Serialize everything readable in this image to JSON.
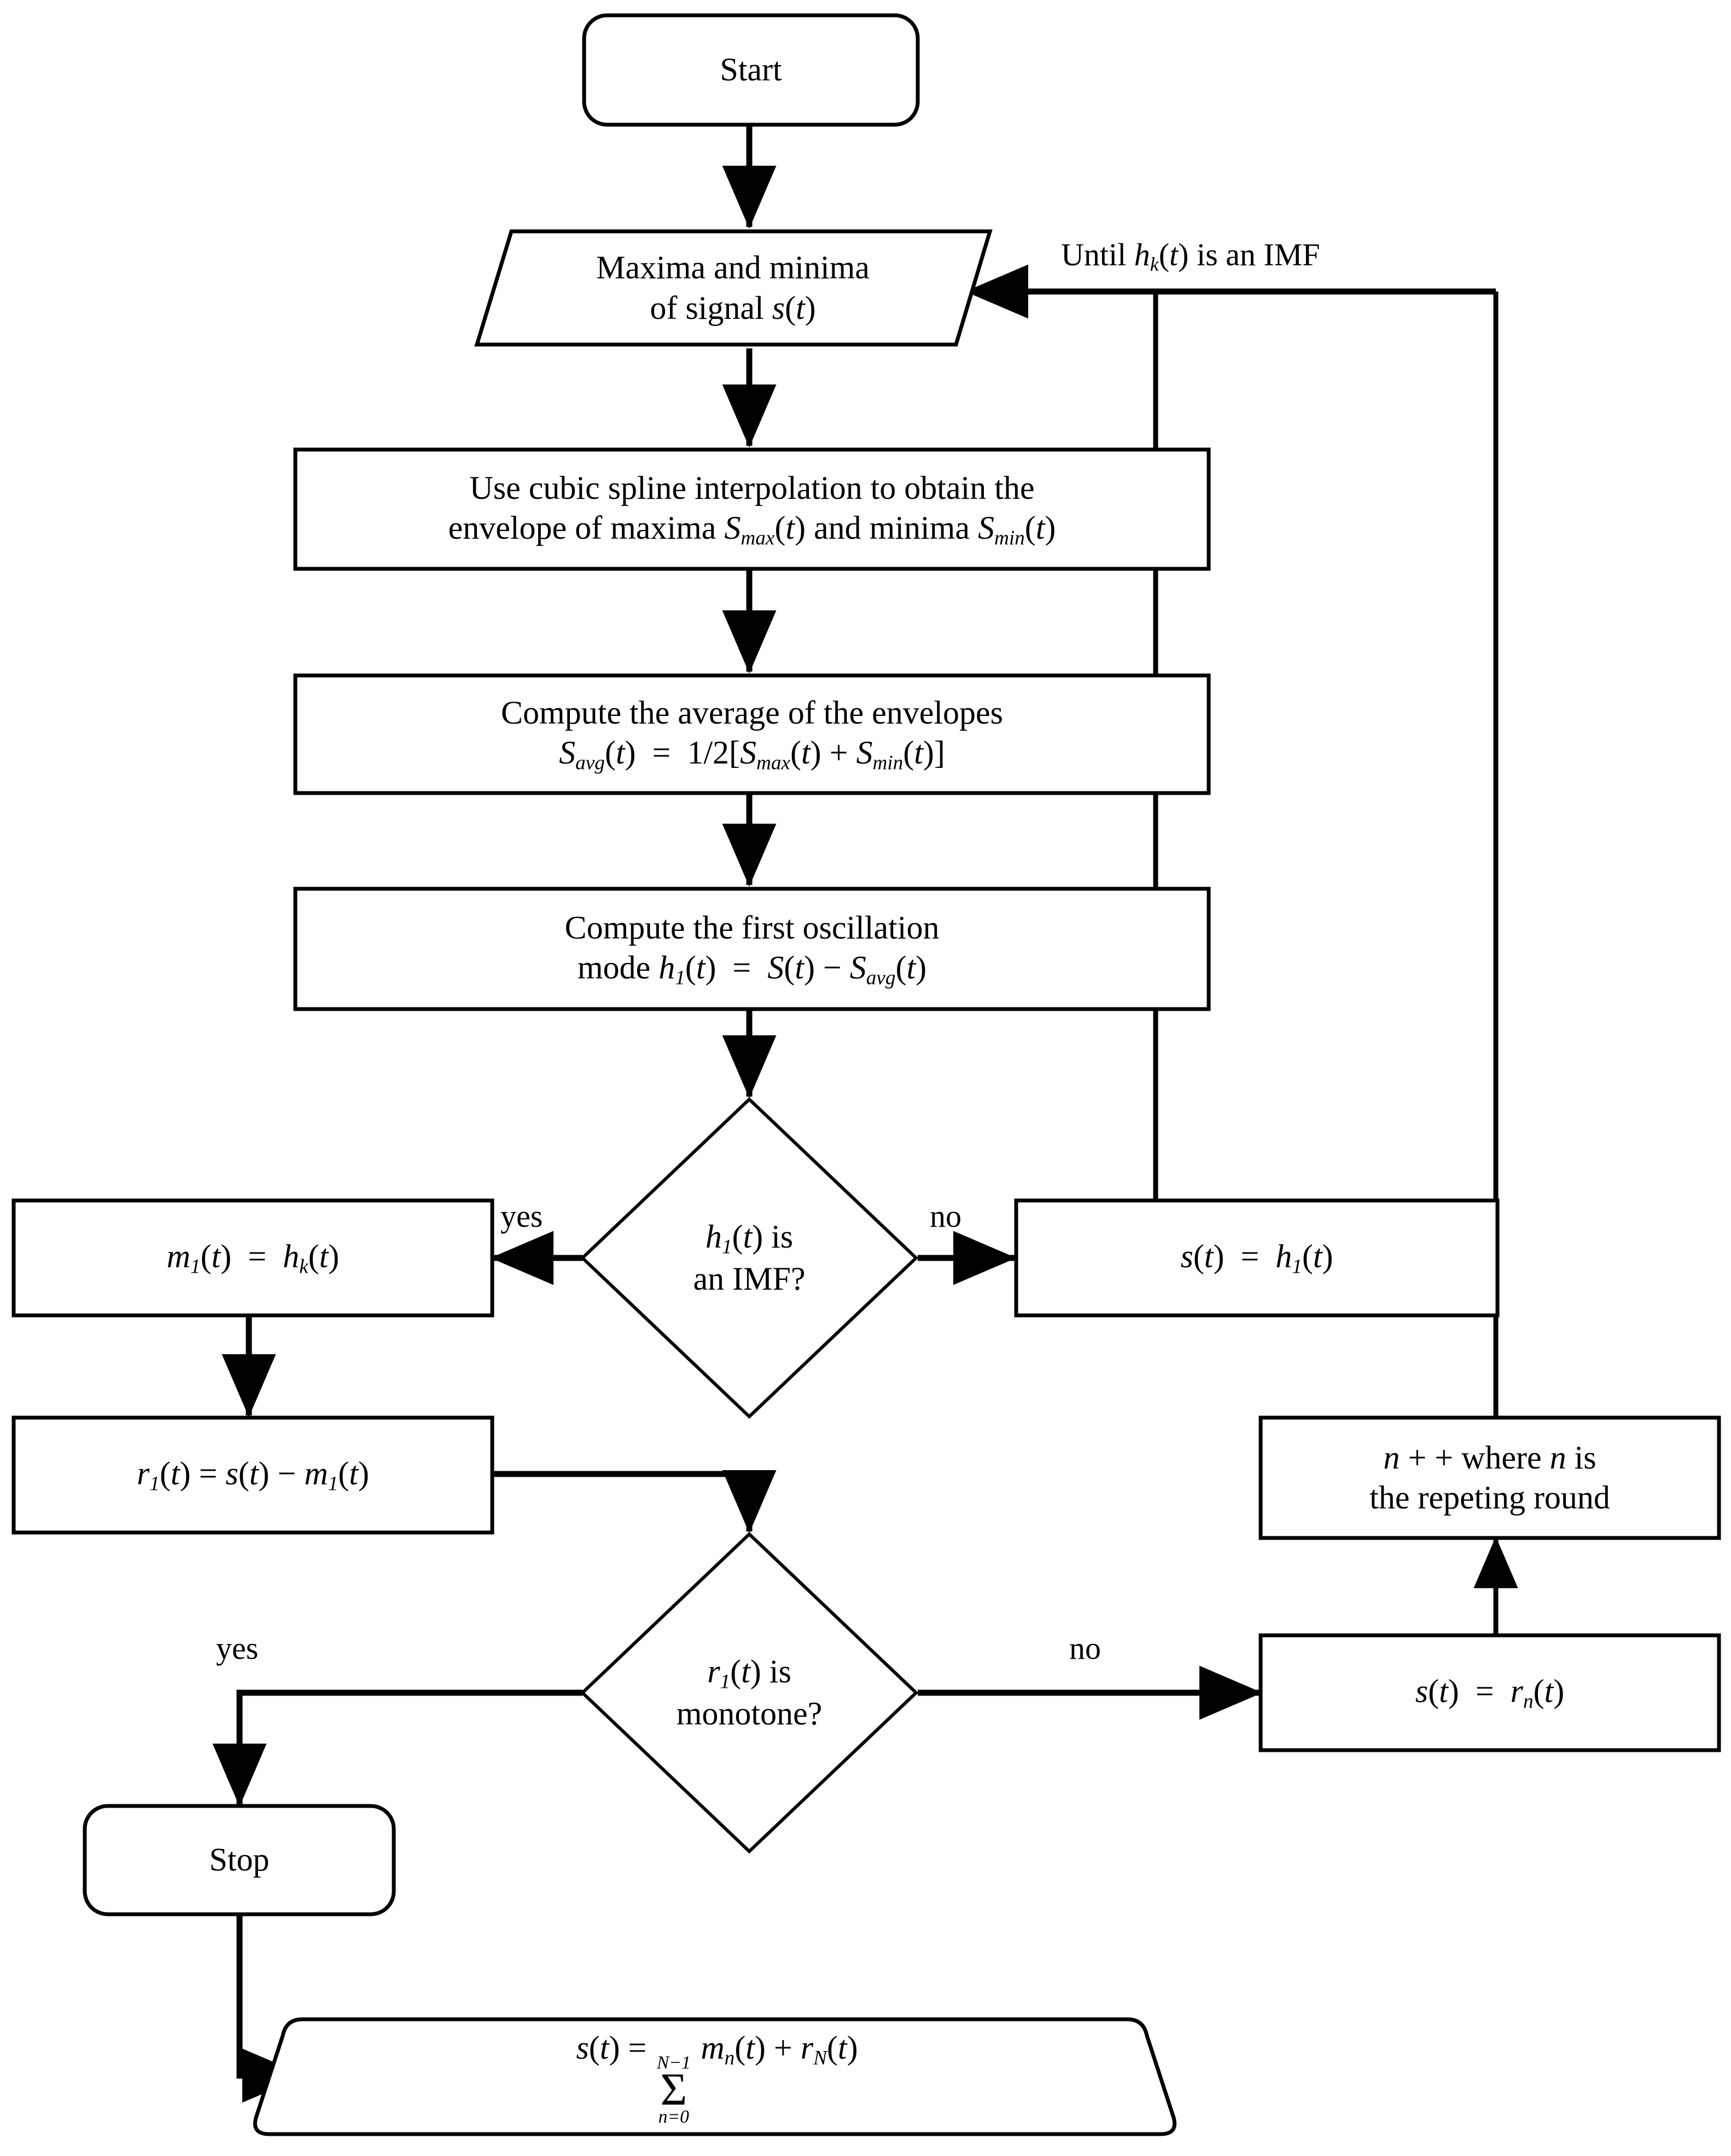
{
  "diagram": {
    "title": "Empirical Mode Decomposition (EMD) sifting flowchart",
    "background": "#ffffff",
    "stroke_color": "#000000"
  },
  "nodes": {
    "start": {
      "id": "start",
      "shape": "rounded-terminator",
      "label": "Start"
    },
    "extrema": {
      "id": "extrema",
      "shape": "parallelogram",
      "line1": "Maxima and minima",
      "line2_pre": "of signal ",
      "line2_math": "s(t)"
    },
    "spline": {
      "id": "spline",
      "shape": "process",
      "line1": "Use cubic spline interpolation to obtain the",
      "line2_a": "envelope of maxima ",
      "line2_math1": "S",
      "line2_sub1": "max",
      "line2_b": "(t) and minima ",
      "line2_math2": "S",
      "line2_sub2": "min",
      "line2_c": "(t)"
    },
    "average": {
      "id": "average",
      "shape": "process",
      "line1": "Compute the average of the envelopes",
      "line2": "S_avg(t)  =  1/2[S_max(t) + S_min(t)]"
    },
    "mode": {
      "id": "mode",
      "shape": "process",
      "line1": "Compute the first oscillation",
      "line2": "mode h_1(t)  =  S(t) - S_avg(t)"
    },
    "imf_decision": {
      "id": "imf_decision",
      "shape": "decision",
      "line1": "h_1(t) is",
      "line2": "an IMF?"
    },
    "m1": {
      "id": "m1",
      "shape": "process",
      "label": "m_1(t)  =  h_k(t)"
    },
    "s_eq_h1": {
      "id": "s_eq_h1",
      "shape": "process",
      "label": "s(t)  =  h_1(t)"
    },
    "r1": {
      "id": "r1",
      "shape": "process",
      "label": "r_1(t) = s(t) - m_1(t)"
    },
    "monotone_decision": {
      "id": "monotone_decision",
      "shape": "decision",
      "line1": "r_1(t) is",
      "line2": "monotone?"
    },
    "n_increment": {
      "id": "n_increment",
      "shape": "process",
      "line1": "n + + where n is",
      "line2": "the repeting round"
    },
    "s_eq_rn": {
      "id": "s_eq_rn",
      "shape": "process",
      "label": "s(t)  =  r_n(t)"
    },
    "stop": {
      "id": "stop",
      "shape": "rounded-terminator",
      "label": "Stop"
    },
    "result": {
      "id": "result",
      "shape": "trapezoid-terminator",
      "label": "s(t) = SUM_{n=0}^{N-1} m_n(t) + r_N(t)"
    }
  },
  "edge_labels": {
    "feedback_until": "Until h_k(t) is an IMF",
    "imf_yes": "yes",
    "imf_no": "no",
    "monotone_yes": "yes",
    "monotone_no": "no"
  },
  "edges": [
    {
      "from": "start",
      "to": "extrema",
      "label": ""
    },
    {
      "from": "extrema",
      "to": "spline",
      "label": ""
    },
    {
      "from": "spline",
      "to": "average",
      "label": ""
    },
    {
      "from": "average",
      "to": "mode",
      "label": ""
    },
    {
      "from": "mode",
      "to": "imf_decision",
      "label": ""
    },
    {
      "from": "imf_decision",
      "to": "m1",
      "label": "yes"
    },
    {
      "from": "imf_decision",
      "to": "s_eq_h1",
      "label": "no"
    },
    {
      "from": "s_eq_h1",
      "to": "extrema",
      "label": "Until h_k(t) is an IMF"
    },
    {
      "from": "m1",
      "to": "r1",
      "label": ""
    },
    {
      "from": "r1",
      "to": "monotone_decision",
      "label": ""
    },
    {
      "from": "monotone_decision",
      "to": "stop",
      "label": "yes"
    },
    {
      "from": "monotone_decision",
      "to": "s_eq_rn",
      "label": "no"
    },
    {
      "from": "s_eq_rn",
      "to": "n_increment",
      "label": ""
    },
    {
      "from": "n_increment",
      "to": "extrema",
      "label": ""
    },
    {
      "from": "stop",
      "to": "result",
      "label": ""
    }
  ]
}
